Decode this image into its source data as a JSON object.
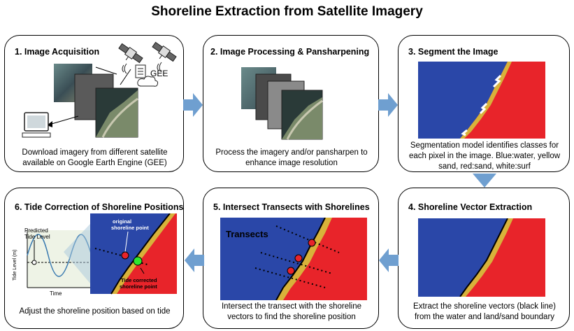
{
  "title": "Shoreline Extraction from Satellite Imagery",
  "panels": [
    {
      "title": "1. Image Acquisition",
      "desc": "Download imagery from different satellite available on Google Earth Engine (GEE)",
      "gee_label": "GEE"
    },
    {
      "title": "2. Image Processing & Pansharpening",
      "desc": "Process the imagery and/or pansharpen to enhance image resolution"
    },
    {
      "title": "3. Segment the Image",
      "desc": "Segmentation model identifies classes for each pixel in the image. Blue:water, yellow sand, red:sand, white:surf"
    },
    {
      "title": "4. Shoreline Vector Extraction",
      "desc": "Extract the shoreline vectors (black line) from the water and land/sand boundary"
    },
    {
      "title": "5. Intersect Transects with Shorelines",
      "desc": "Intersect the transect with the shoreline vectors to find the shoreline position",
      "transects_label": "Transects"
    },
    {
      "title": "6. Tide Correction of Shoreline Positions",
      "desc": "Adjust the shoreline position based on tide",
      "predicted_label_1": "Predicted",
      "predicted_label_2": "Tide Level",
      "ylabel": "Tide Level (m)",
      "xlabel": "Time",
      "orig_label_1": "original",
      "orig_label_2": "shoreline point",
      "corr_label_1": "Tide corrected",
      "corr_label_2": "shoreline point"
    }
  ],
  "colors": {
    "water": "#2a47a8",
    "sand_yellow": "#d8b23a",
    "sand_red": "#e8242a",
    "surf": "#ffffff",
    "arrow": "#6f9fd0",
    "corrected_point": "#2ee82e",
    "original_point": "#e8242a"
  }
}
